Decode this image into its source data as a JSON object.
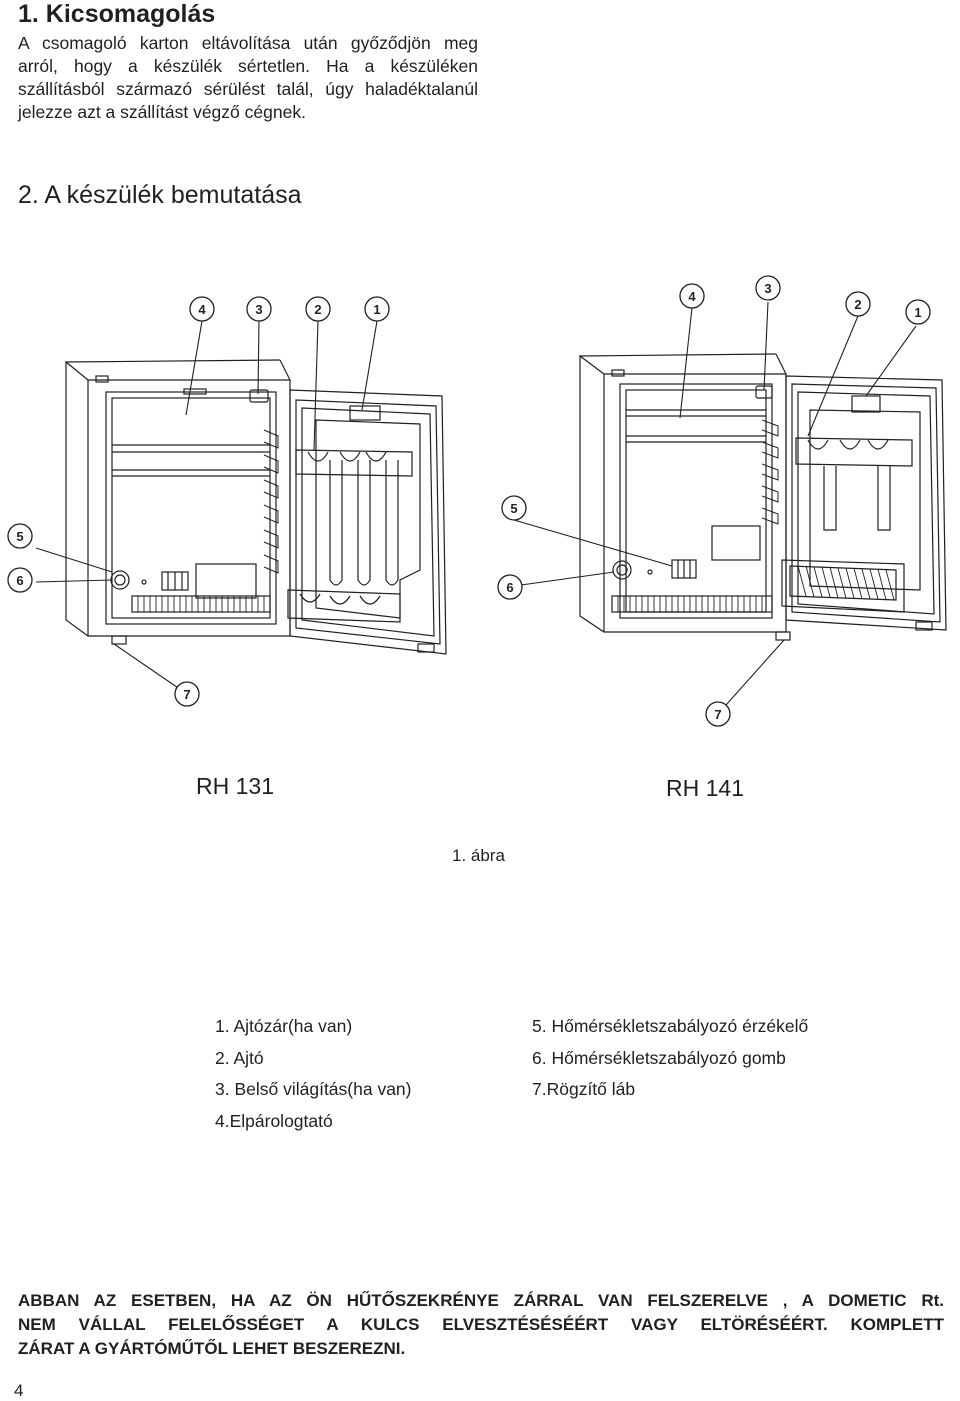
{
  "section1": {
    "title": "1. Kicsomagolás",
    "lines": [
      "A csomagoló karton eltávolítása után győződjön meg",
      "arról, hogy a készülék sértetlen. Ha a készüléken",
      "szállításból származó sérülést talál, úgy haladéktalanúl",
      "jelezze azt a szállítást végző cégnek."
    ]
  },
  "section2": {
    "title": "2. A készülék bemutatása"
  },
  "figure": {
    "callouts": [
      "1",
      "2",
      "3",
      "4",
      "5",
      "6",
      "7"
    ],
    "model_left": "RH 131",
    "model_right": "RH 141",
    "caption": "1. ábra"
  },
  "legend": {
    "left": [
      "1. Ajtózár(ha van)",
      "2. Ajtó",
      "3. Belső világítás(ha van)",
      "4.Elpárologtató"
    ],
    "right": [
      "5. Hőmérsékletszabályozó érzékelő",
      "6. Hőmérsékletszabályozó gomb",
      "7.Rögzítő láb"
    ]
  },
  "warning": {
    "lines": [
      "ABBAN AZ ESETBEN, HA AZ ÖN HŰTŐSZEKRÉNYE ZÁRRAL VAN FELSZERELVE , A DOMETIC Rt.",
      "NEM VÁLLAL FELELŐSSÉGET A KULCS ELVESZTÉSÉSÉÉRT VAGY ELTÖRÉSÉÉRT. KOMPLETT",
      "ZÁRAT A GYÁRTÓMŰTŐL LEHET BESZEREZNI."
    ]
  },
  "page_number": "4"
}
